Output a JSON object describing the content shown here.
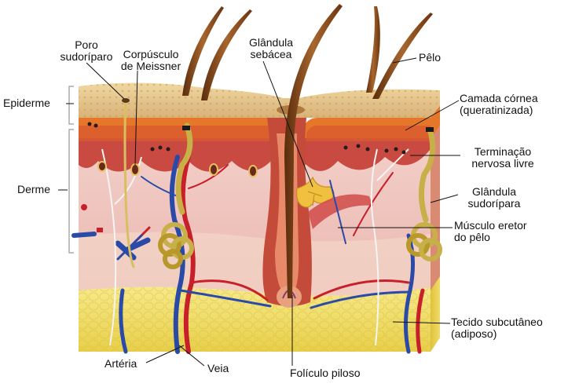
{
  "labels": {
    "poro": [
      "Poro",
      "sudoríparo"
    ],
    "meissner": [
      "Corpúsculo",
      "de Meissner"
    ],
    "glandula_sebacea": [
      "Glândula",
      "sebácea"
    ],
    "pelo": "Pêlo",
    "epiderme": "Epiderme",
    "camada_cornea": [
      "Camada córnea",
      "(queratinizada)"
    ],
    "terminacao": [
      "Terminação",
      "nervosa livre"
    ],
    "derme": "Derme",
    "glandula_sudoripara": [
      "Glândula",
      "sudorípara"
    ],
    "musculo": [
      "Músculo eretor",
      "do pêlo"
    ],
    "tecido": [
      "Tecido subcutâneo",
      "(adiposo)"
    ],
    "arteria": "Artéria",
    "veia": "Veia",
    "foliculo": "Folículo piloso"
  },
  "colors": {
    "epidermis_top": "#e8c98e",
    "cornea_band": "#e07a2a",
    "dermis_upper": "#c8433a",
    "dermis": "#f0c4c0",
    "subcutaneous": "#f3e27a",
    "artery": "#c8202a",
    "vein": "#2a4aa8",
    "gland": "#c8b048",
    "hair": "#8a4a1c"
  }
}
